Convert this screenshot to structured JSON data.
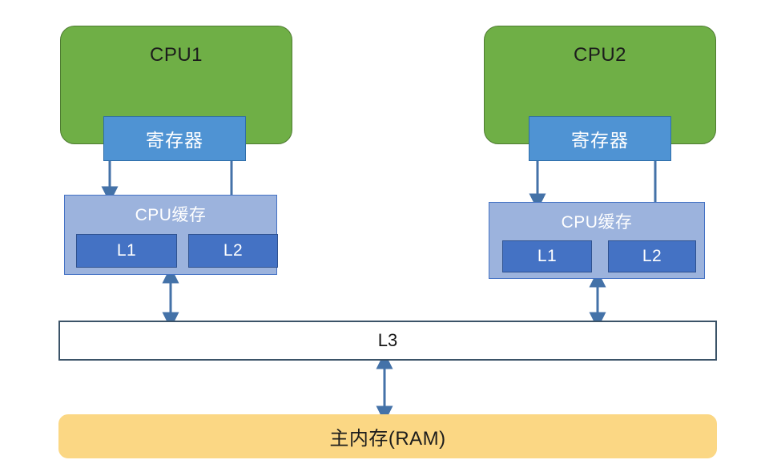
{
  "diagram": {
    "title": "CPU cache hierarchy diagram",
    "background": "#FFFFFF",
    "colors": {
      "cpu_fill": "#6FAF46",
      "cpu_border": "#4E7B31",
      "register_fill": "#4F93D3",
      "register_border": "#2E6DA8",
      "cache_fill": "#9CB3DD",
      "cache_border": "#4472C4",
      "cache_level_fill": "#4472C4",
      "cache_level_border": "#2F528F",
      "l3_fill": "#FFFFFF",
      "l3_border": "#3B5368",
      "ram_fill": "#FBD784",
      "arrow": "#4472A8"
    }
  },
  "cpus": [
    {
      "id": "cpu1",
      "label": "CPU1",
      "register": {
        "label": "寄存器"
      },
      "cache": {
        "label": "CPU缓存",
        "levels": [
          {
            "label": "L1"
          },
          {
            "label": "L2"
          }
        ]
      }
    },
    {
      "id": "cpu2",
      "label": "CPU2",
      "register": {
        "label": "寄存器"
      },
      "cache": {
        "label": "CPU缓存",
        "levels": [
          {
            "label": "L1"
          },
          {
            "label": "L2"
          }
        ]
      }
    }
  ],
  "shared": {
    "l3": {
      "label": "L3"
    },
    "ram": {
      "label": "主内存(RAM)"
    }
  },
  "connectors": [
    {
      "id": "cpu1-to-cache",
      "from": "cpu1",
      "to": "cpu1-cache",
      "direction": "down"
    },
    {
      "id": "cache-to-cpu1",
      "from": "cpu1-cache",
      "to": "cpu1",
      "direction": "up"
    },
    {
      "id": "cpu1-cache-to-l3",
      "from": "cpu1-cache",
      "to": "l3",
      "direction": "both"
    },
    {
      "id": "cpu2-to-cache",
      "from": "cpu2",
      "to": "cpu2-cache",
      "direction": "down"
    },
    {
      "id": "cache-to-cpu2",
      "from": "cpu2-cache",
      "to": "cpu2",
      "direction": "up"
    },
    {
      "id": "cpu2-cache-to-l3",
      "from": "cpu2-cache",
      "to": "l3",
      "direction": "both"
    },
    {
      "id": "l3-to-ram",
      "from": "l3",
      "to": "ram",
      "direction": "both"
    }
  ]
}
